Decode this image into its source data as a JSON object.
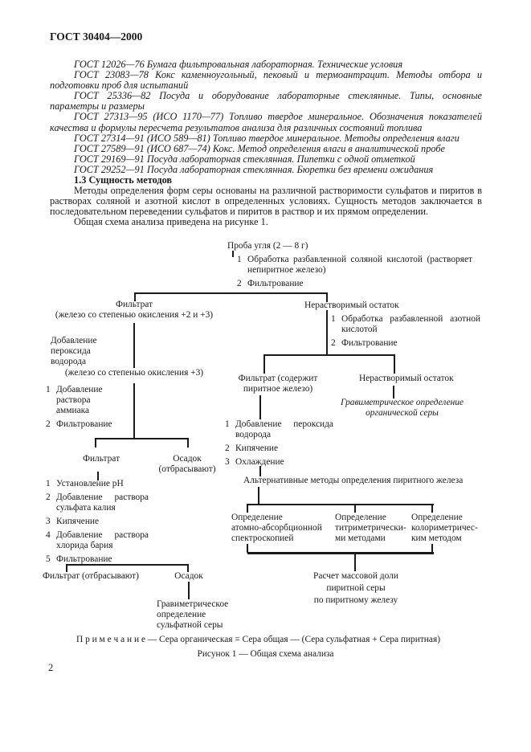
{
  "page": {
    "header": "ГОСТ 30404—2000",
    "number": "2"
  },
  "references": {
    "items": [
      "ГОСТ 12026—76 Бумага фильтровальная лабораторная. Технические условия",
      "ГОСТ 23083—78 Кокс каменноугольный, пековый и термоантрацит. Методы отбора и подготовки проб для испытаний",
      "ГОСТ 25336—82 Посуда и оборудование лабораторные стеклянные. Типы, основные параметры и размеры",
      "ГОСТ 27313—95 (ИСО 1170—77) Топливо твердое минеральное. Обозначения показателей качества и формулы пересчета результатов анализа для различных состояний топлива",
      "ГОСТ 27314—91 (ИСО 589—81) Топливо твердое минеральное. Методы определения влаги",
      "ГОСТ 27589—91 (ИСО 687—74) Кокс. Метод определения влаги в аналитической пробе",
      "ГОСТ 29169—91 Посуда лабораторная стеклянная. Пипетки с одной отметкой",
      "ГОСТ 29252—91 Посуда лабораторная стеклянная. Бюретки без времени ожидания"
    ]
  },
  "section": {
    "heading": "1.3 Сущность методов",
    "para1": "Методы определения форм серы основаны на различной растворимости сульфатов и пиритов в растворах соляной и азотной кислот в определенных условиях. Сущность методов заключается в последовательном переведении сульфатов и пиритов в раствор и их прямом определении.",
    "para2": "Общая схема анализа приведена на рисунке 1."
  },
  "diagram": {
    "root": {
      "label": "Проба угля (2 — 8 г)",
      "steps": [
        {
          "n": "1",
          "text": "Обработка разбавленной соляной кислотой (растворяет непиритное железо)"
        },
        {
          "n": "2",
          "text": "Фильтрование"
        }
      ]
    },
    "filtrate1": "Фильтрат\n(железо со степенью окисления +2 и +3)",
    "peroxide_note": "Добавление\nпероксида\nводорода",
    "iron3_note": "(железо со степенью окисления +3)",
    "left_steps1": [
      {
        "n": "1",
        "text": "Добавление раствора аммиака"
      },
      {
        "n": "2",
        "text": "Фильтрование"
      }
    ],
    "filtrate2": "Фильтрат",
    "sediment1": "Осадок\n(отбрасывают)",
    "left_steps2": [
      {
        "n": "1",
        "text": "Установление pH"
      },
      {
        "n": "2",
        "text": "Добавление раствора сульфата калия"
      },
      {
        "n": "3",
        "text": "Кипячение"
      },
      {
        "n": "4",
        "text": "Добавление раствора хлорида бария"
      },
      {
        "n": "5",
        "text": "Фильтрование"
      }
    ],
    "filtrate_discard": "Фильтрат (отбрасывают)",
    "sediment2": "Осадок",
    "gravimetric_sulfate": "Гравиметрическое\nопределение\nсульфатной серы",
    "insoluble1": {
      "label": "Нерастворимый остаток",
      "steps": [
        {
          "n": "1",
          "text": "Обработка разбавленной азотной кислотой"
        },
        {
          "n": "2",
          "text": "Фильтрование"
        }
      ]
    },
    "filtrate_pyrite": "Фильтрат (содержит\nпиритное железо)",
    "insoluble2": "Нерастворимый остаток",
    "gravimetric_organic": "Гравиметрическое определение\nорганической серы",
    "pyrite_steps": [
      {
        "n": "1",
        "text": "Добавление пероксида водорода"
      },
      {
        "n": "2",
        "text": "Кипячение"
      },
      {
        "n": "3",
        "text": "Охлаждение"
      }
    ],
    "alt_title": "Альтернативные методы определения пиритного железа",
    "methods": [
      "Определение\nатомно-абсорбционной\nспектроскопией",
      "Определение\nтитриметрически-\nми методами",
      "Определение\nколориметричес-\nким методом"
    ],
    "calc": "Расчет массовой доли\nпиритной серы\nпо пиритному железу"
  },
  "note": "П р и м е ч а н и е — Сера органическая = Сера общая — (Сера сульфатная + Сера пиритная)",
  "caption": "Рисунок 1 — Общая схема анализа"
}
